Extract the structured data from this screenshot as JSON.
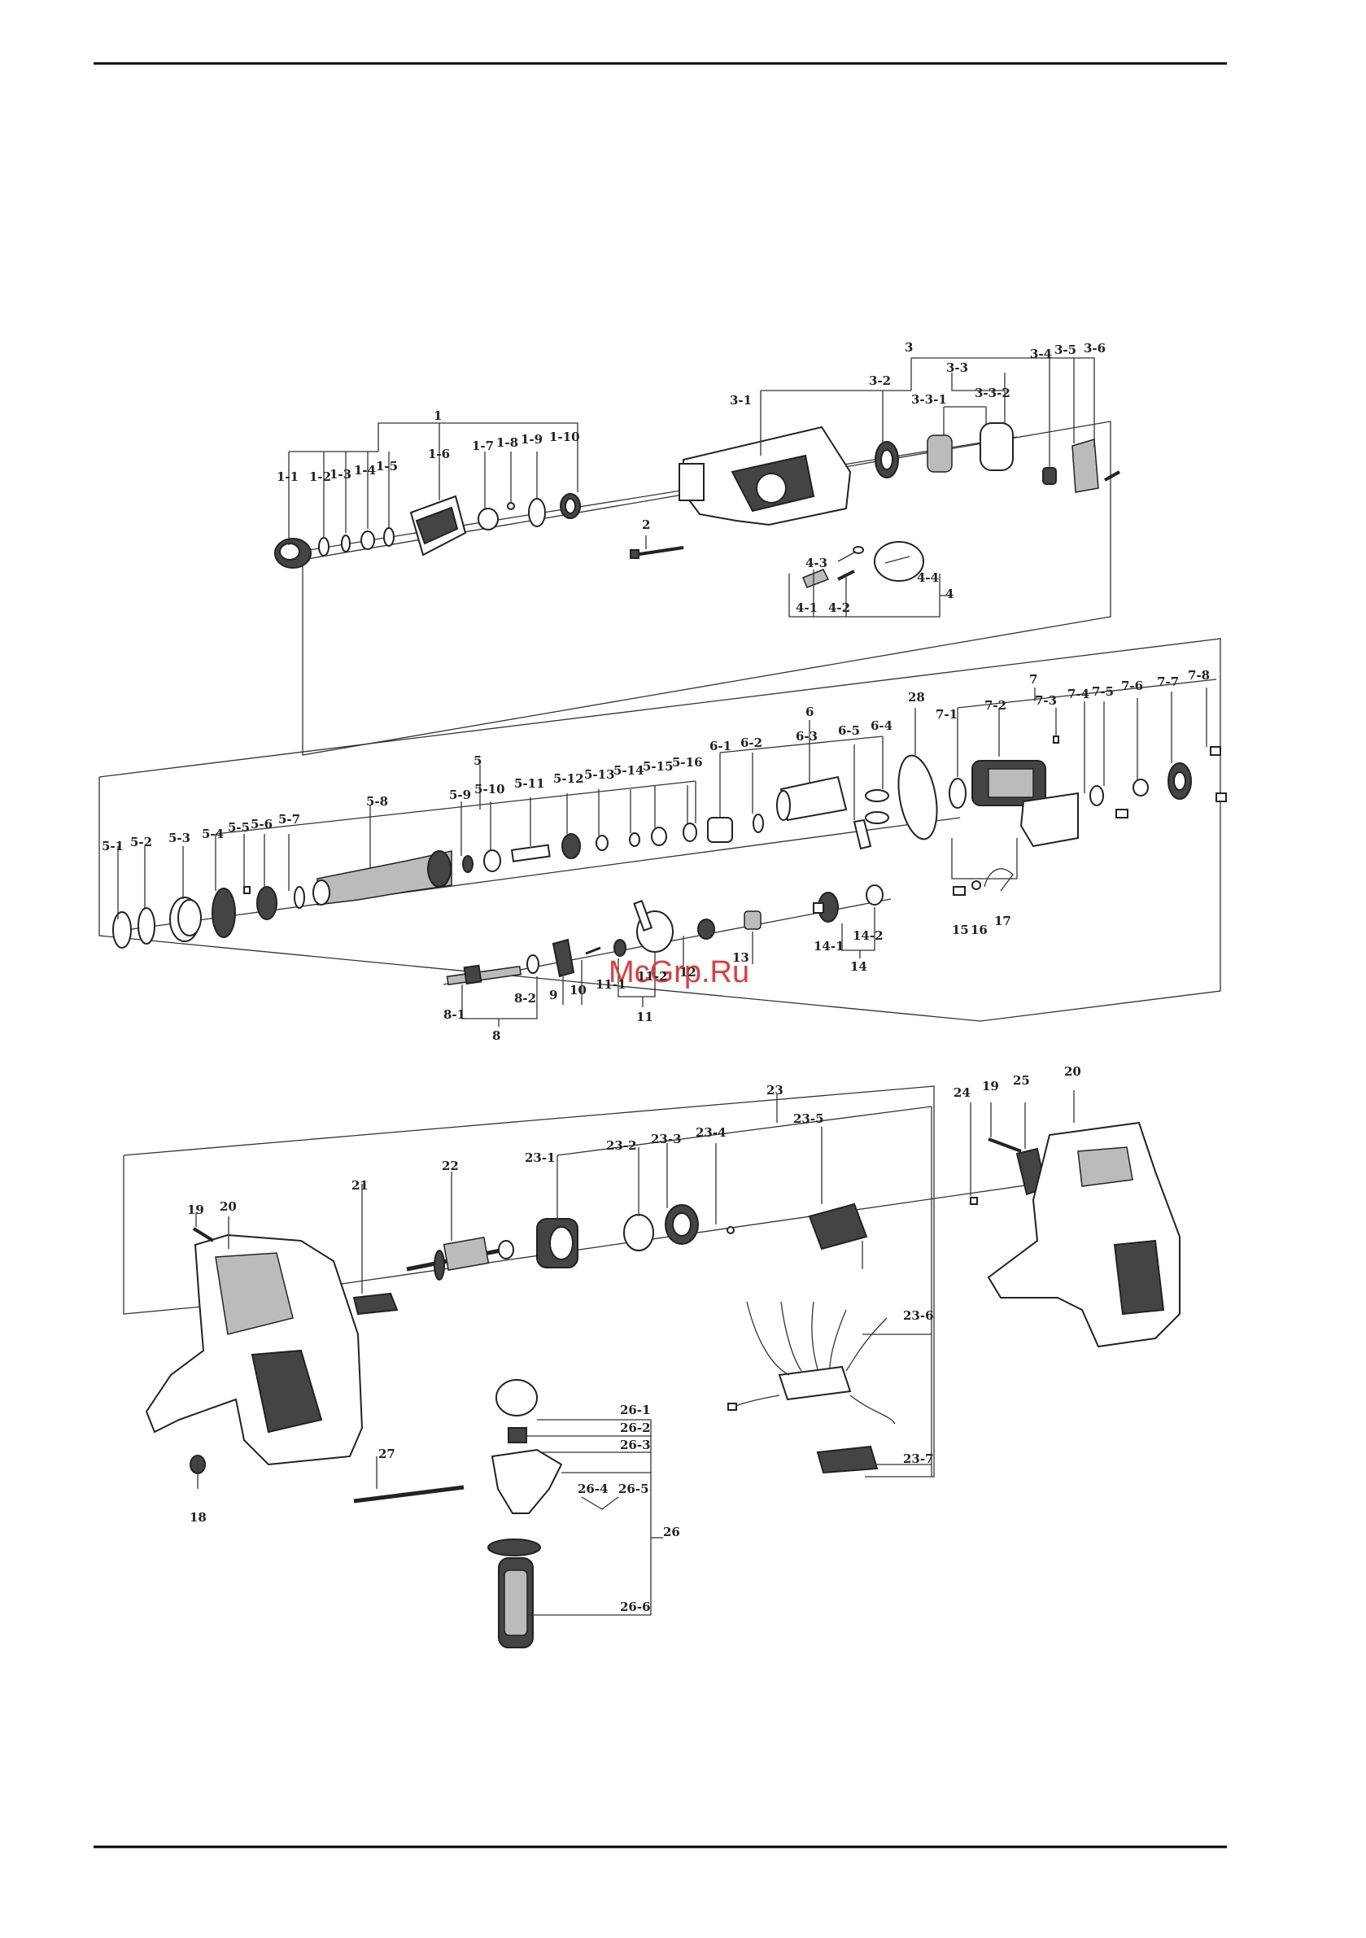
{
  "watermark": "McGrp.Ru",
  "labels": {
    "a1": "1",
    "a1_1": "1-1",
    "a1_2": "1-2",
    "a1_3": "1-3",
    "a1_4": "1-4",
    "a1_5": "1-5",
    "a1_6": "1-6",
    "a1_7": "1-7",
    "a1_8": "1-8",
    "a1_9": "1-9",
    "a1_10": "1-10",
    "a2": "2",
    "a3": "3",
    "a3_1": "3-1",
    "a3_2": "3-2",
    "a3_3": "3-3",
    "a3_3_1": "3-3-1",
    "a3_3_2": "3-3-2",
    "a3_4": "3-4",
    "a3_5": "3-5",
    "a3_6": "3-6",
    "a4": "4",
    "a4_1": "4-1",
    "a4_2": "4-2",
    "a4_3": "4-3",
    "a4_4": "4-4",
    "a5": "5",
    "a5_1": "5-1",
    "a5_2": "5-2",
    "a5_3": "5-3",
    "a5_4": "5-4",
    "a5_5": "5-5",
    "a5_6": "5-6",
    "a5_7": "5-7",
    "a5_8": "5-8",
    "a5_9": "5-9",
    "a5_10": "5-10",
    "a5_11": "5-11",
    "a5_12": "5-12",
    "a5_13": "5-13",
    "a5_14": "5-14",
    "a5_15": "5-15",
    "a5_16": "5-16",
    "a6": "6",
    "a6_1": "6-1",
    "a6_2": "6-2",
    "a6_3": "6-3",
    "a6_4": "6-4",
    "a6_5": "6-5",
    "a7": "7",
    "a7_1": "7-1",
    "a7_2": "7-2",
    "a7_3": "7-3",
    "a7_4": "7-4",
    "a7_5": "7-5",
    "a7_6": "7-6",
    "a7_7": "7-7",
    "a7_8": "7-8",
    "a8": "8",
    "a8_1": "8-1",
    "a8_2": "8-2",
    "a9": "9",
    "a10": "10",
    "a11": "11",
    "a11_1": "11-1",
    "a11_2": "11-2",
    "a12": "12",
    "a13": "13",
    "a14": "14",
    "a14_1": "14-1",
    "a14_2": "14-2",
    "a15": "15",
    "a16": "16",
    "a17": "17",
    "a18": "18",
    "a19": "19",
    "a19b": "19",
    "a20": "20",
    "a20b": "20",
    "a21": "21",
    "a22": "22",
    "a23": "23",
    "a23_1": "23-1",
    "a23_2": "23-2",
    "a23_3": "23-3",
    "a23_4": "23-4",
    "a23_5": "23-5",
    "a23_6": "23-6",
    "a23_7": "23-7",
    "a24": "24",
    "a25": "25",
    "a26": "26",
    "a26_1": "26-1",
    "a26_2": "26-2",
    "a26_3": "26-3",
    "a26_4": "26-4",
    "a26_5": "26-5",
    "a26_6": "26-6",
    "a27": "27",
    "a28": "28"
  }
}
